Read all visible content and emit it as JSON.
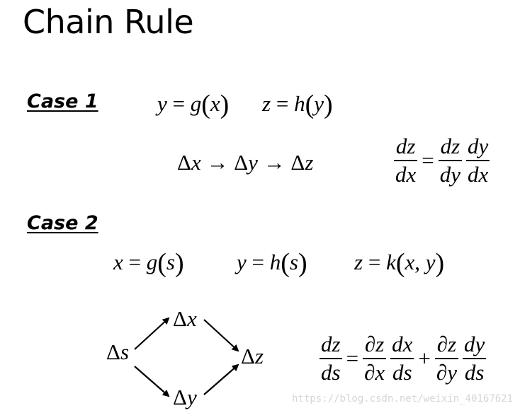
{
  "title": "Chain Rule",
  "case1": {
    "label": "Case 1",
    "y_eq": "y = g(x)",
    "z_eq": "z = h(y)",
    "chain": "Δx → Δy → Δz",
    "rule": "dz/dx = dz/dy · dy/dx"
  },
  "case2": {
    "label": "Case 2",
    "x_eq": "x = g(s)",
    "y_eq": "y = h(s)",
    "z_eq": "z = k(x, y)",
    "nodes": [
      "Δs",
      "Δx",
      "Δy",
      "Δz"
    ],
    "rule": "dz/ds = ∂z/∂x · dx/ds + ∂z/∂y · dy/ds"
  },
  "watermark": "https://blog.csdn.net/weixin_40167621"
}
